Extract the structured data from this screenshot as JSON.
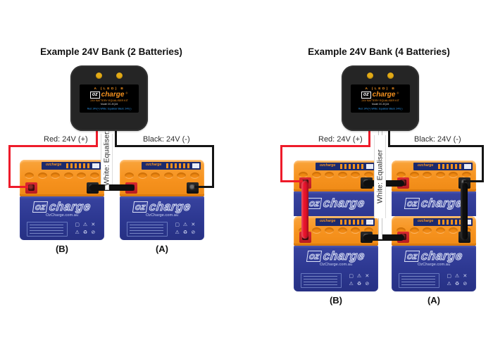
{
  "diagrams": [
    {
      "title": "Example 24V Bank (2 Batteries)",
      "battery_labels": {
        "left": "(B)",
        "right": "(A)"
      }
    },
    {
      "title": "Example 24V Bank (4 Batteries)",
      "battery_labels": {
        "left": "(B)",
        "right": "(A)"
      }
    }
  ],
  "wires": {
    "red_label": "Red: 24V (+)",
    "black_label": "Black: 24V (-)",
    "white_label": "White: Equaliser",
    "red_color": "#ee1b2a",
    "black_color": "#141414",
    "white_color": "#ffffff"
  },
  "charger": {
    "led_row": "A  (LED)  B",
    "brand_oz": "oz",
    "brand_charge": "charge",
    "trademark": "®",
    "sub_line": "24V BATTERY EQUALISER KIT",
    "model_line": "Model OC-EQ24",
    "key_line": "Red: 24V(+)   White: Equaliser   Black: 24V(-)"
  },
  "battery": {
    "brand_oz": "oz",
    "brand_charge": "charge",
    "strip_brand": "ozcharge",
    "website": "OzCharge.com.au",
    "cert_icons": [
      "▢",
      "⚠",
      "✕",
      "⚠",
      "♻",
      "⊘"
    ],
    "colors": {
      "case_orange": "#f6921e",
      "case_blue": "#2c3790",
      "label_navy": "#1c2a6d",
      "terminal_red": "#c81e25",
      "terminal_black": "#161616"
    }
  }
}
